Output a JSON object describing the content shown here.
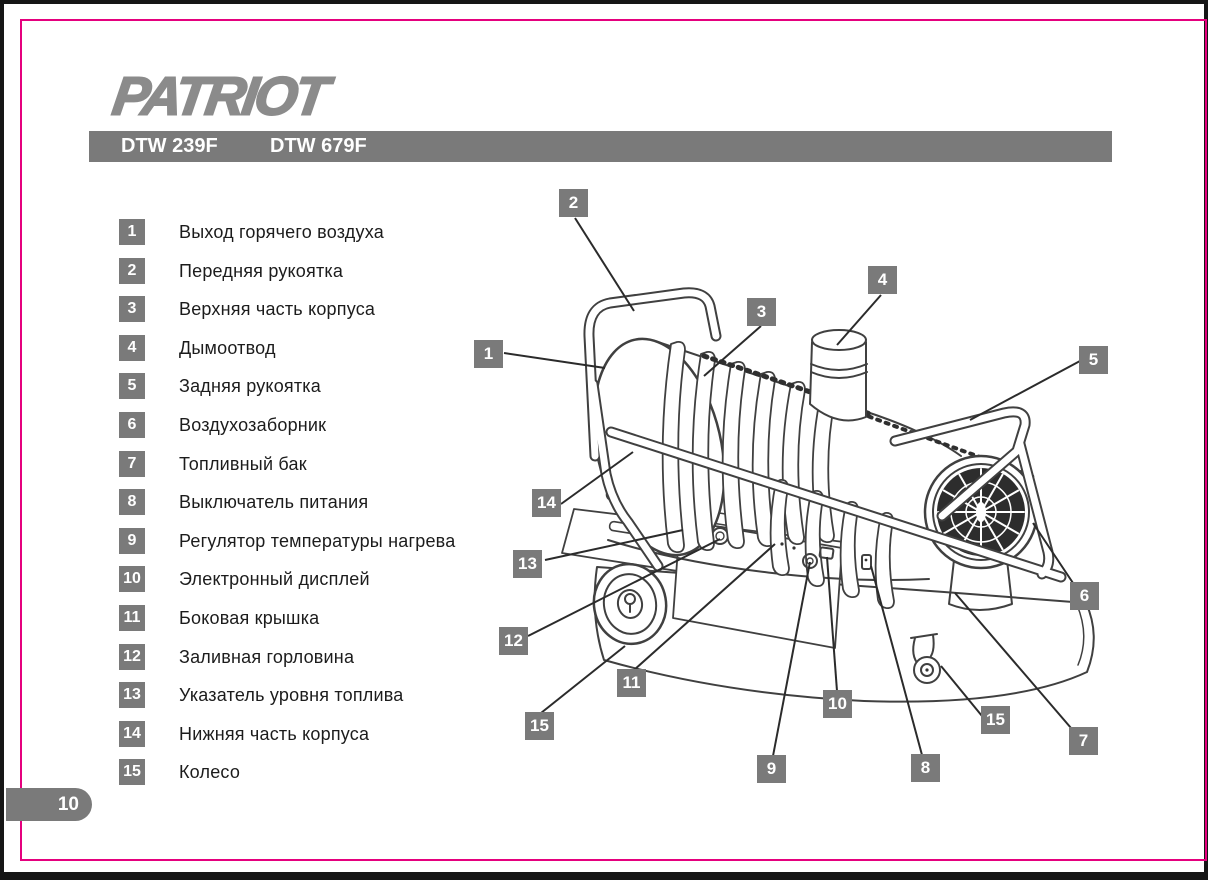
{
  "page": {
    "brand": "PATRIOT",
    "page_number": "10"
  },
  "header": {
    "models": [
      "DTW 239F",
      "DTW 679F"
    ]
  },
  "colors": {
    "accent_magenta": "#e5007e",
    "label_gray": "#7a7a7a",
    "logo_gray": "#8b8b8b"
  },
  "parts_list": [
    {
      "num": "1",
      "label": "Выход горячего воздуха"
    },
    {
      "num": "2",
      "label": "Передняя рукоятка"
    },
    {
      "num": "3",
      "label": "Верхняя часть корпуса"
    },
    {
      "num": "4",
      "label": "Дымоотвод"
    },
    {
      "num": "5",
      "label": "Задняя рукоятка"
    },
    {
      "num": "6",
      "label": "Воздухозаборник"
    },
    {
      "num": "7",
      "label": "Топливный бак"
    },
    {
      "num": "8",
      "label": "Выключатель питания"
    },
    {
      "num": "9",
      "label": "Регулятор температуры нагрева"
    },
    {
      "num": "10",
      "label": "Электронный дисплей"
    },
    {
      "num": "11",
      "label": "Боковая крышка"
    },
    {
      "num": "12",
      "label": "Заливная горловина"
    },
    {
      "num": "13",
      "label": "Указатель уровня топлива"
    },
    {
      "num": "14",
      "label": "Нижняя часть корпуса"
    },
    {
      "num": "15",
      "label": "Колесо"
    }
  ],
  "diagram": {
    "description": "Схема дизельного нагревателя с выносками",
    "callouts": [
      "1",
      "2",
      "3",
      "4",
      "5",
      "6",
      "7",
      "8",
      "9",
      "10",
      "11",
      "12",
      "13",
      "14",
      "15",
      "15"
    ]
  }
}
